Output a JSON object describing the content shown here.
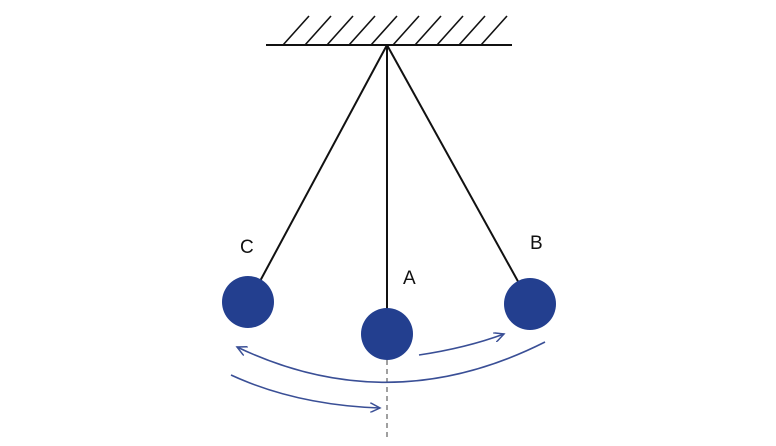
{
  "labels": {
    "a": "A",
    "b": "B",
    "c": "C"
  },
  "colors": {
    "bob": "#233f8f",
    "arrow": "#3a4f96",
    "string": "#111111",
    "axis": "#888888"
  }
}
